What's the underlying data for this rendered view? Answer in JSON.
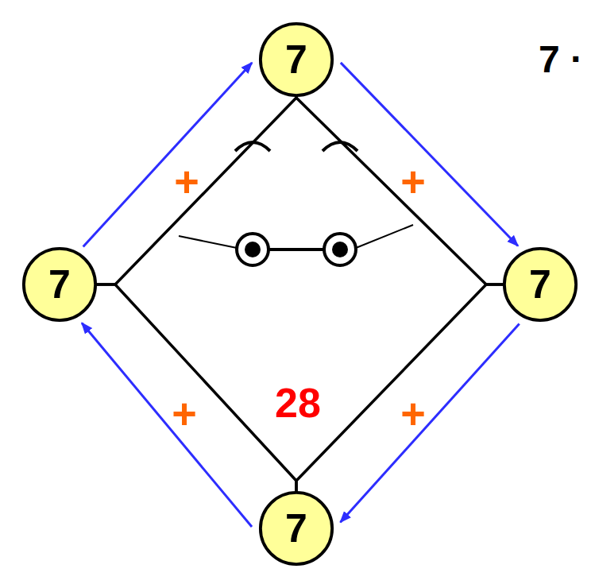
{
  "diagram": {
    "nodes": [
      {
        "text": [
          "7"
        ]
      },
      {
        "text": [
          "7"
        ]
      },
      {
        "text": [
          "7"
        ]
      },
      {
        "text": [
          "7"
        ]
      }
    ],
    "edges": [
      {
        "from": 1,
        "to": 0,
        "arrow": "to",
        "label": "+"
      },
      {
        "from": 0,
        "to": 2,
        "arrow": "to",
        "label": "+"
      },
      {
        "from": 2,
        "to": 3,
        "arrow": "to",
        "label": "+"
      },
      {
        "from": 3,
        "to": 1,
        "arrow": "to",
        "label": "+"
      },
      {
        "from": 0,
        "to": 1,
        "arrow": "none"
      },
      {
        "from": 0,
        "to": 2,
        "arrow": "none"
      },
      {
        "from": 2,
        "to": 3,
        "arrow": "none"
      },
      {
        "from": 3,
        "to": 1,
        "arrow": "none"
      }
    ],
    "labels": [
      "28",
      "7 ·"
    ]
  }
}
